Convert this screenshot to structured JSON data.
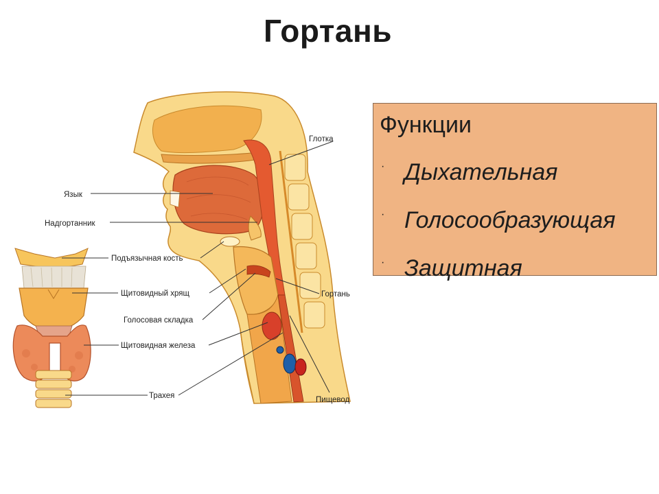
{
  "title": "Гортань",
  "diagram_labels": {
    "tongue": "Язык",
    "epiglottis": "Надгортанник",
    "hyoid": "Подъязычная кость",
    "thyroid_cartilage": "Щитовидный хрящ",
    "vocal_fold": "Голосовая складка",
    "thyroid_gland": "Щитовидная железа",
    "trachea": "Трахея",
    "pharynx": "Глотка",
    "larynx": "Гортань",
    "esophagus": "Пищевод"
  },
  "functions": {
    "heading": "Функции",
    "items": [
      "Дыхательная",
      "Голосообразующая",
      "Защитная"
    ],
    "bullet": "·"
  },
  "colors": {
    "box_fill": "#f0b483",
    "tissue_light": "#f8d27a",
    "tissue_orange": "#ec9a3a",
    "tissue_red": "#d8542c"
  }
}
